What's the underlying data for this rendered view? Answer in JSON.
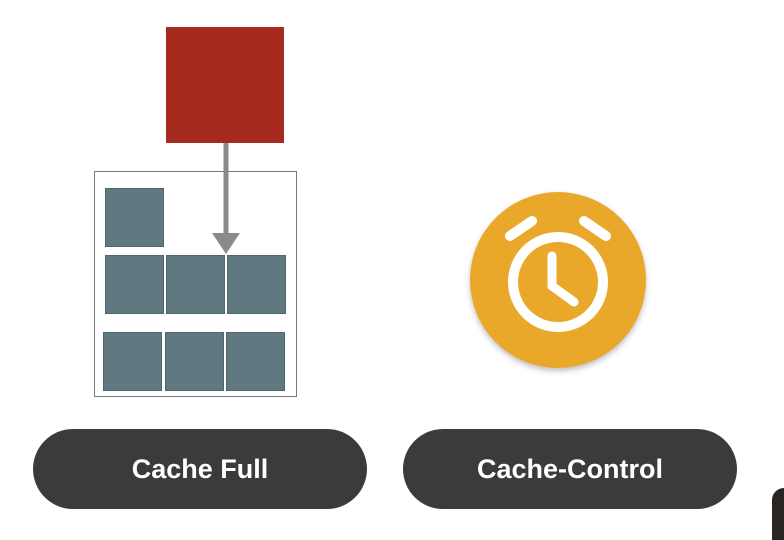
{
  "labels": {
    "cache_full": "Cache Full",
    "cache_control": "Cache-Control"
  },
  "icons": {
    "alarm": "alarm-clock-icon",
    "arrow": "arrow-down-icon"
  },
  "colors": {
    "new_item": "#a62a1e",
    "cache_cell": "#607880",
    "alarm_bg": "#e9a82a",
    "pill_bg": "#3b3b3b",
    "pill_text": "#ffffff",
    "arrow": "#8a8a8a"
  },
  "cache": {
    "row_counts": [
      1,
      3,
      3
    ]
  }
}
